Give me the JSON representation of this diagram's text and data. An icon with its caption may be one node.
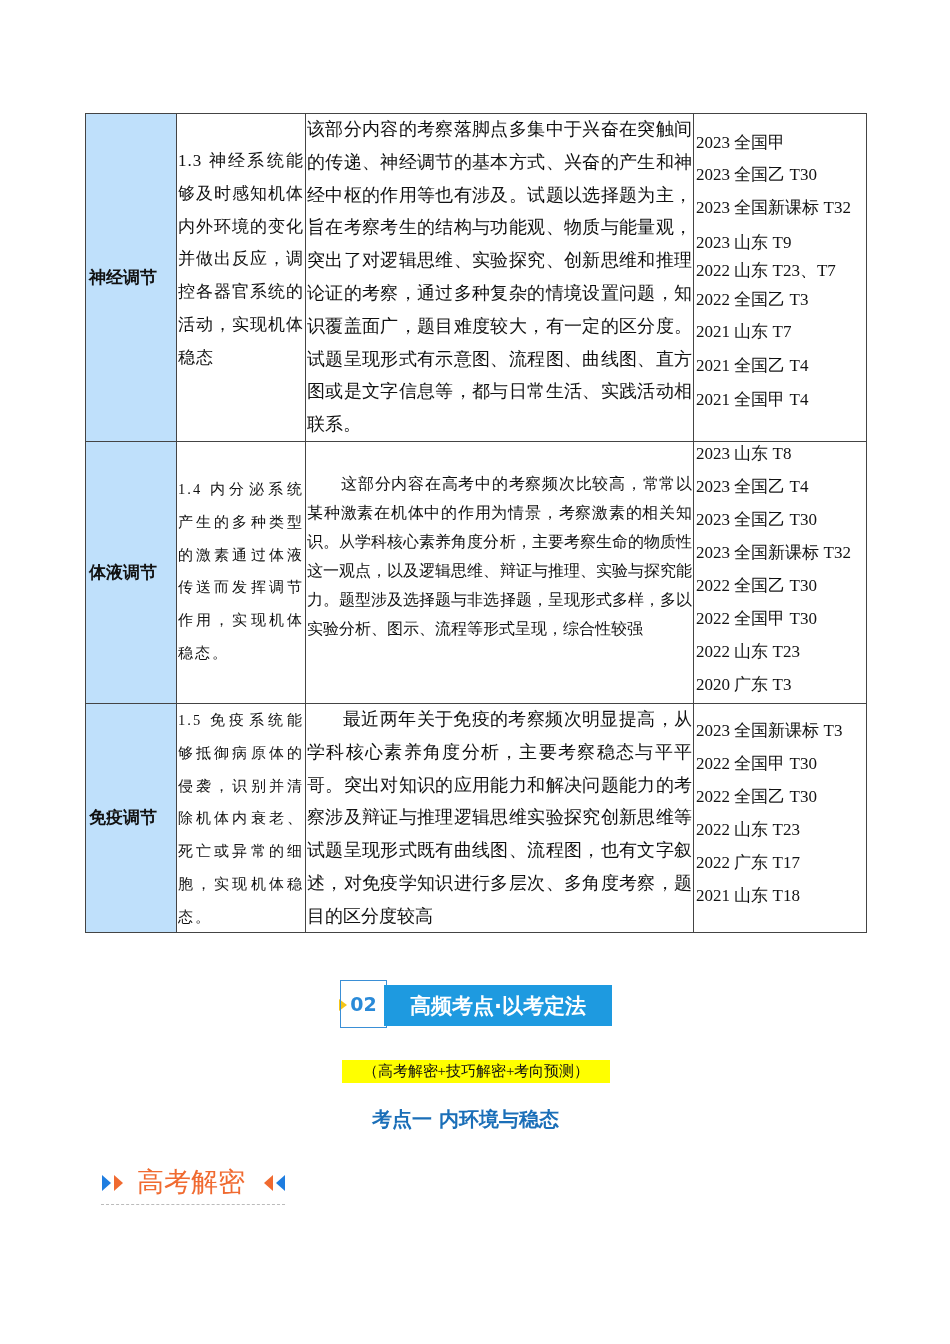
{
  "diagram": {
    "labels": [
      "神经调节",
      "1.3 神经系统能够及时感知机体内外环境的变化并做出反应，调控各器官系统的活动，实现机体稳态",
      "该部分内容的考察落脚点多集中于兴奋在突触间的传递、神经调节的基本方式、兴奋的产生和神经中枢的作用等也有涉及。试题以选择题为主，旨在考察考生的结构与功能观、物质与能量观，突出了对逻辑思维、实验探究、创新思维和推理论证的考察，通过多种复杂的情境设置问题，知识覆盖面广，题目难度较大，有一定的区分度。试题呈现形式有示意图、流程图、曲线图、直方图或是文字信息等，都与日常生活、实践活动相联系。",
      "2023 全国甲",
      "2023 全国乙 T30",
      "2023 全国新课标 T32",
      "2023 山东 T9",
      "2022 山东 T23、T7",
      "2022 全国乙 T3",
      "2021 山东 T7",
      "2021 全国乙 T4",
      "2021 全国甲 T4",
      "体液调节",
      "1.4 内分泌系统产生的多种类型的激素通过体液传送而发挥调节作用，实现机体稳态。",
      "这部分内容在高考中的考察频次比较高，常常以某种激素在机体中的作用为情景，考察激素的相关知识。从学科核心素养角度分析，主要考察生命的物质性这一观点，以及逻辑思维、辩证与推理、实验与探究能力。题型涉及选择题与非选择题，呈现形式多样，多以实验分析、图示、流程等形式呈现，综合性较强",
      "2023 山东 T8",
      "2023 全国乙 T4",
      "2023 全国乙 T30",
      "2023 全国新课标 T32",
      "2022 全国乙 T30",
      "2022 全国甲 T30",
      "2022 山东 T23",
      "2020 广东 T3",
      "免疫调节",
      "1.5 免疫系统能够抵御病原体的侵袭，识别并清除机体内衰老、死亡或异常的细胞，实现机体稳态。",
      "最近两年关于免疫的考察频次明显提高，从学科核心素养角度分析，主要考察稳态与平平哥。突出对知识的应用能力和解决问题能力的考察涉及辩证与推理逻辑思维实验探究创新思维等试题呈现形式既有曲线图、流程图，也有文字叙述，对免疫学知识进行多层次、多角度考察，题目的区分度较高",
      "2023 全国新课标 T3",
      "2022 全国甲 T30",
      "2022 全国乙 T30",
      "2022 山东 T23",
      "2022 广东 T17",
      "2021 山东 T18",
      "02",
      "高频考点·以考定法",
      "（高考解密+技巧解密+考向预测）",
      "考点一 内环境与稳态",
      "高考解密"
    ]
  }
}
